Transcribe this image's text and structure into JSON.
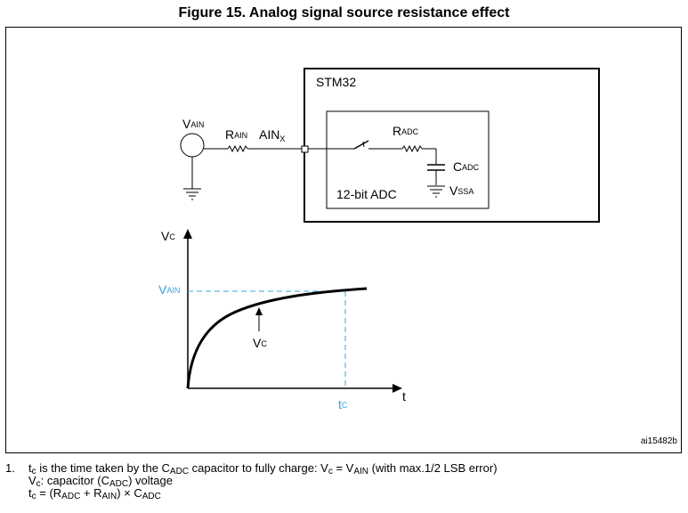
{
  "title": "Figure 15. Analog signal source resistance effect",
  "circuit": {
    "stm32": "STM32",
    "adc": "12-bit ADC",
    "vain": "V",
    "vain_sub": "AIN",
    "rain": "R",
    "rain_sub": "AIN",
    "ainx": "AIN",
    "ainx_sub": "X",
    "radc": "R",
    "radc_sub": "ADC",
    "cadc": "C",
    "cadc_sub": "ADC",
    "vssa": "V",
    "vssa_sub": "SSA"
  },
  "graph": {
    "y_axis": "V",
    "y_axis_sub": "C",
    "x_axis": "t",
    "vain_level": "V",
    "vain_level_sub": "AIN",
    "tc": "t",
    "tc_sub": "C",
    "curve_label": "V",
    "curve_label_sub": "C"
  },
  "reference": "ai15482b",
  "notes": {
    "number": "1.",
    "line1": [
      "t",
      "c",
      " is the time taken by the C",
      "ADC",
      " capacitor to fully charge: V",
      "c",
      " = V",
      "AIN",
      " (with max.1/2 LSB error)"
    ],
    "line2": [
      "V",
      "c",
      ": capacitor (C",
      "ADC",
      ") voltage"
    ],
    "line3": [
      "t",
      "c",
      " = (R",
      "ADC",
      " + R",
      "AIN",
      ") × C",
      "ADC"
    ]
  },
  "colors": {
    "accent": "#3aa0d8",
    "line": "#000000"
  }
}
